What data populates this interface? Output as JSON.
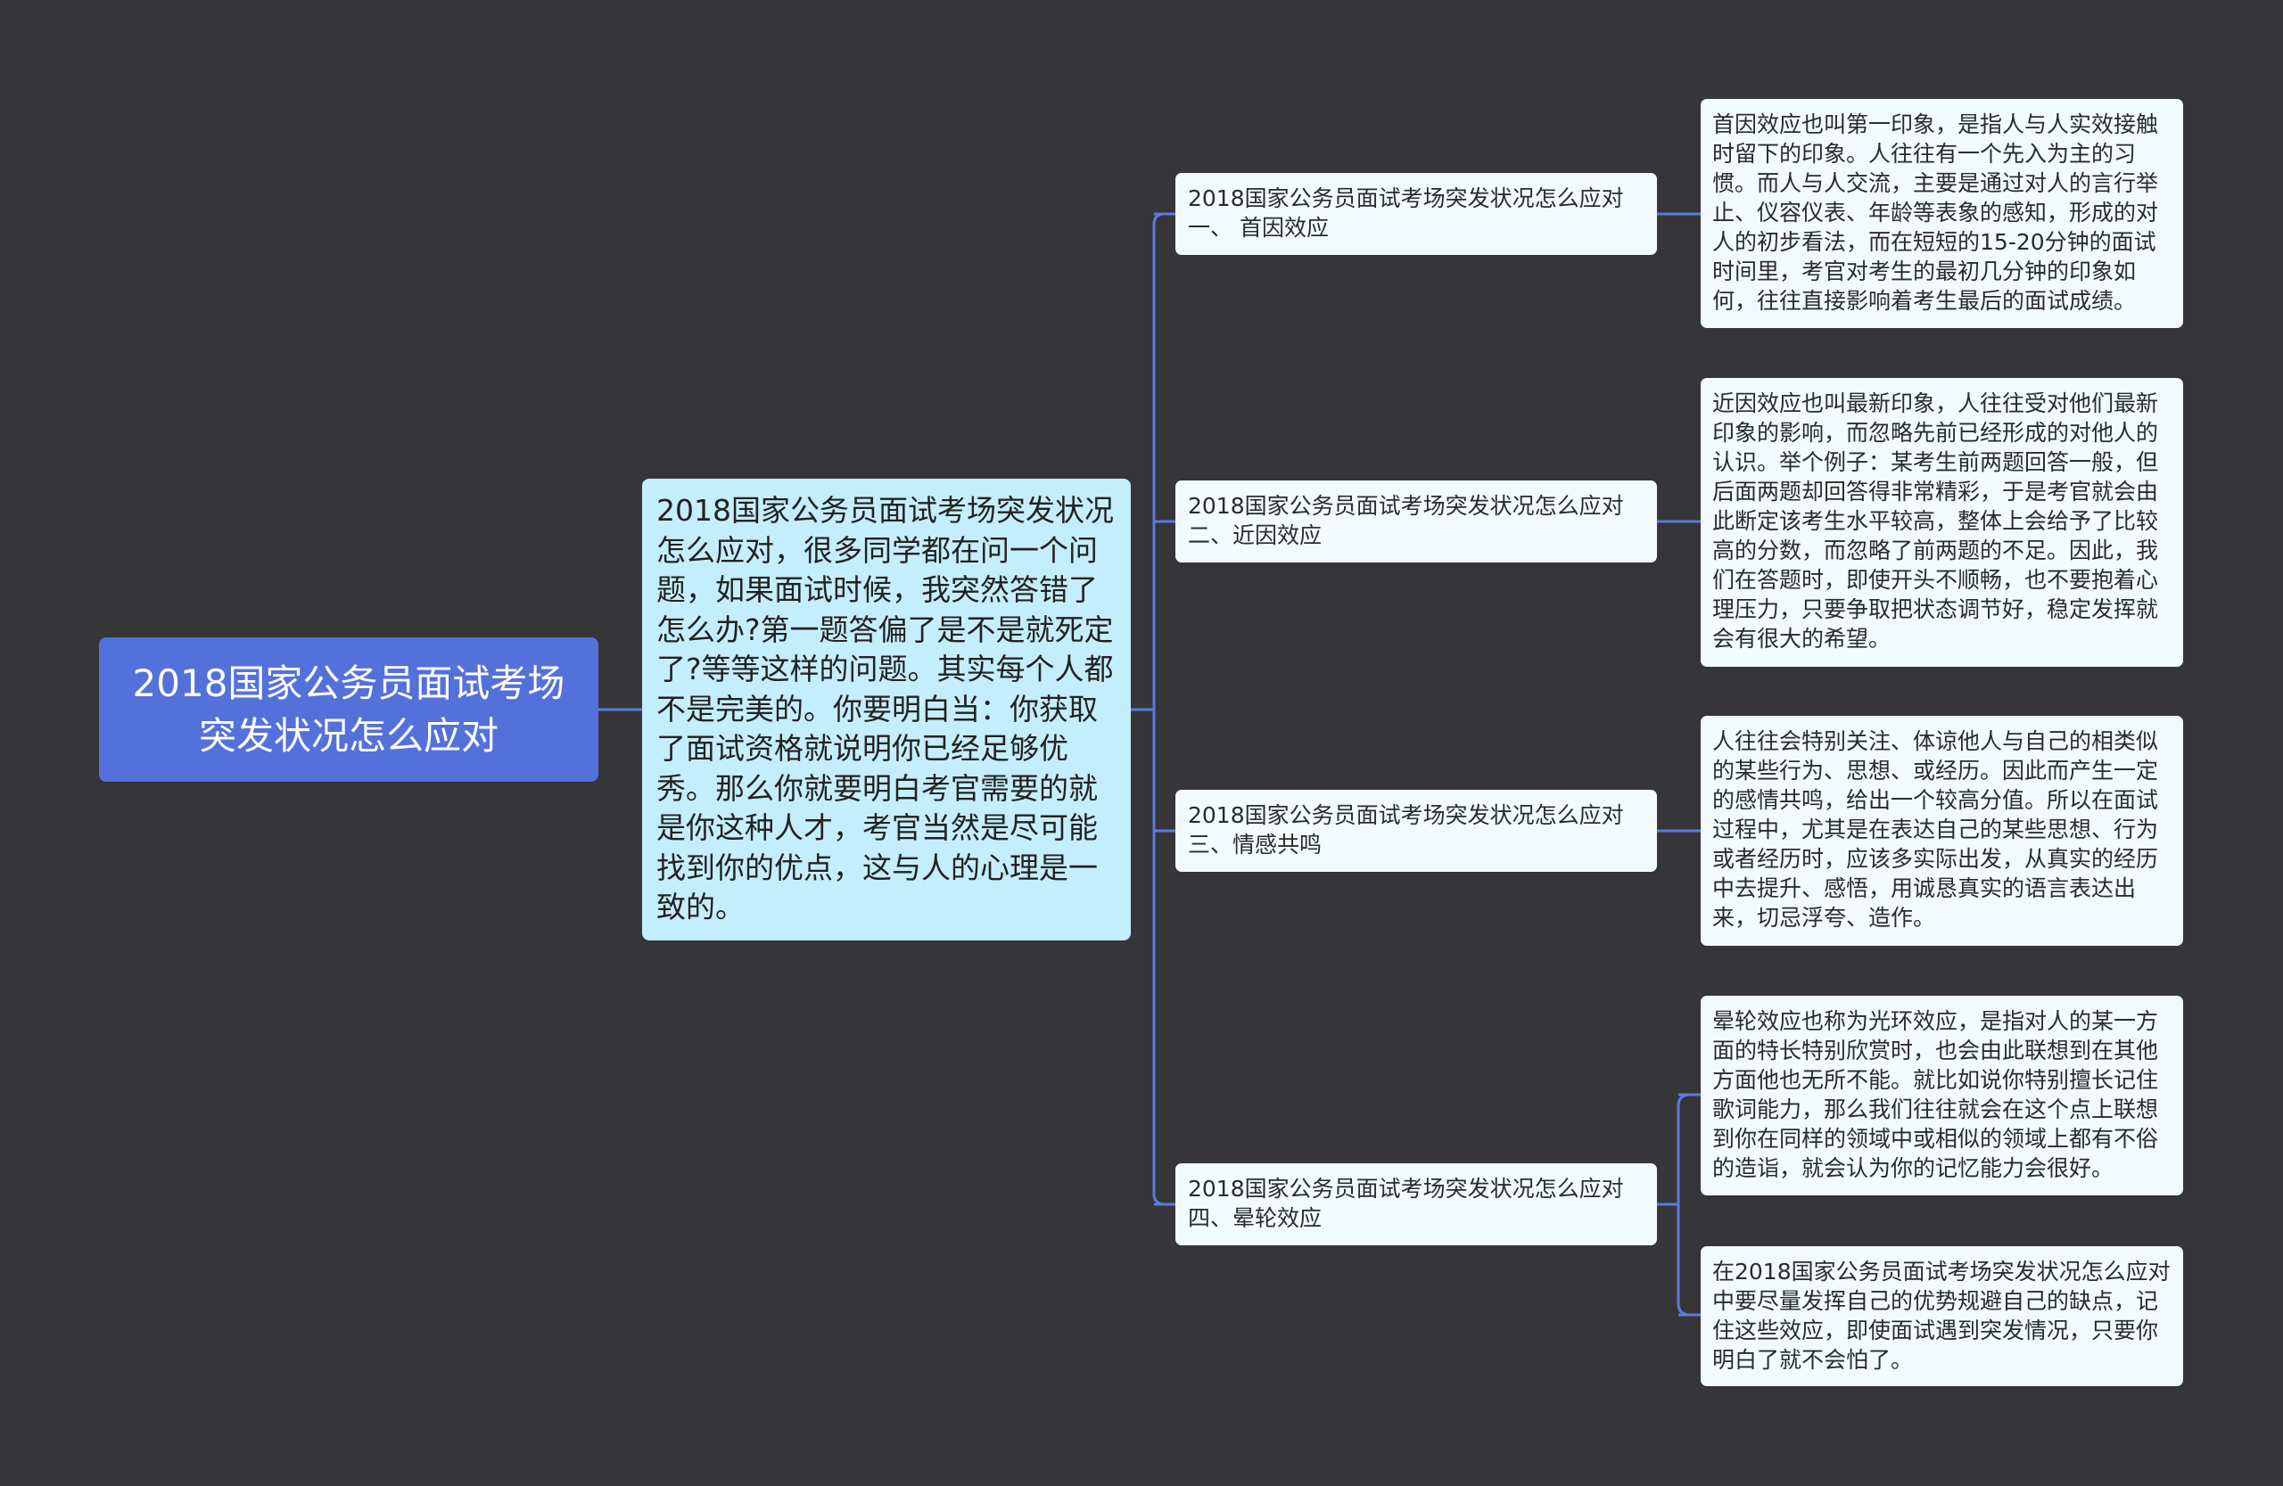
{
  "root": {
    "label": "2018国家公务员面试考场突发状况怎么应对"
  },
  "intro": {
    "text": "2018国家公务员面试考场突发状况怎么应对，很多同学都在问一个问题，如果面试时候，我突然答错了怎么办?第一题答偏了是不是就死定了?等等这样的问题。其实每个人都不是完美的。你要明白当：你获取了面试资格就说明你已经足够优秀。那么你就要明白考官需要的就是你这种人才，考官当然是尽可能找到你的优点，这与人的心理是一致的。"
  },
  "branches": [
    {
      "label": "2018国家公务员面试考场突发状况怎么应对一、 首因效应",
      "leaves": [
        "首因效应也叫第一印象，是指人与人实效接触时留下的印象。人往往有一个先入为主的习惯。而人与人交流，主要是通过对人的言行举止、仪容仪表、年龄等表象的感知，形成的对人的初步看法，而在短短的15-20分钟的面试时间里，考官对考生的最初几分钟的印象如何，往往直接影响着考生最后的面试成绩。"
      ]
    },
    {
      "label": "2018国家公务员面试考场突发状况怎么应对二、近因效应",
      "leaves": [
        "近因效应也叫最新印象，人往往受对他们最新印象的影响，而忽略先前已经形成的对他人的认识。举个例子：某考生前两题回答一般，但后面两题却回答得非常精彩，于是考官就会由此断定该考生水平较高，整体上会给予了比较高的分数，而忽略了前两题的不足。因此，我们在答题时，即使开头不顺畅，也不要抱着心理压力，只要争取把状态调节好，稳定发挥就会有很大的希望。"
      ]
    },
    {
      "label": "2018国家公务员面试考场突发状况怎么应对三、情感共鸣",
      "leaves": [
        "人往往会特别关注、体谅他人与自己的相类似的某些行为、思想、或经历。因此而产生一定的感情共鸣，给出一个较高分值。所以在面试过程中，尤其是在表达自己的某些思想、行为或者经历时，应该多实际出发，从真实的经历中去提升、感悟，用诚恳真实的语言表达出来，切忌浮夸、造作。"
      ]
    },
    {
      "label": "2018国家公务员面试考场突发状况怎么应对四、晕轮效应",
      "leaves": [
        "晕轮效应也称为光环效应，是指对人的某一方面的特长特别欣赏时，也会由此联想到在其他方面他也无所不能。就比如说你特别擅长记住歌词能力，那么我们往往就会在这个点上联想到你在同样的领域中或相似的领域上都有不俗的造诣，就会认为你的记忆能力会很好。",
        "在2018国家公务员面试考场突发状况怎么应对中要尽量发挥自己的优势规避自己的缺点，记住这些效应，即使面试遇到突发情况，只要你明白了就不会怕了。"
      ]
    }
  ],
  "colors": {
    "background": "#363538",
    "root": "#5471db",
    "intro": "#c5eefc",
    "node": "#f2fafe",
    "line": "#5a7be0"
  }
}
